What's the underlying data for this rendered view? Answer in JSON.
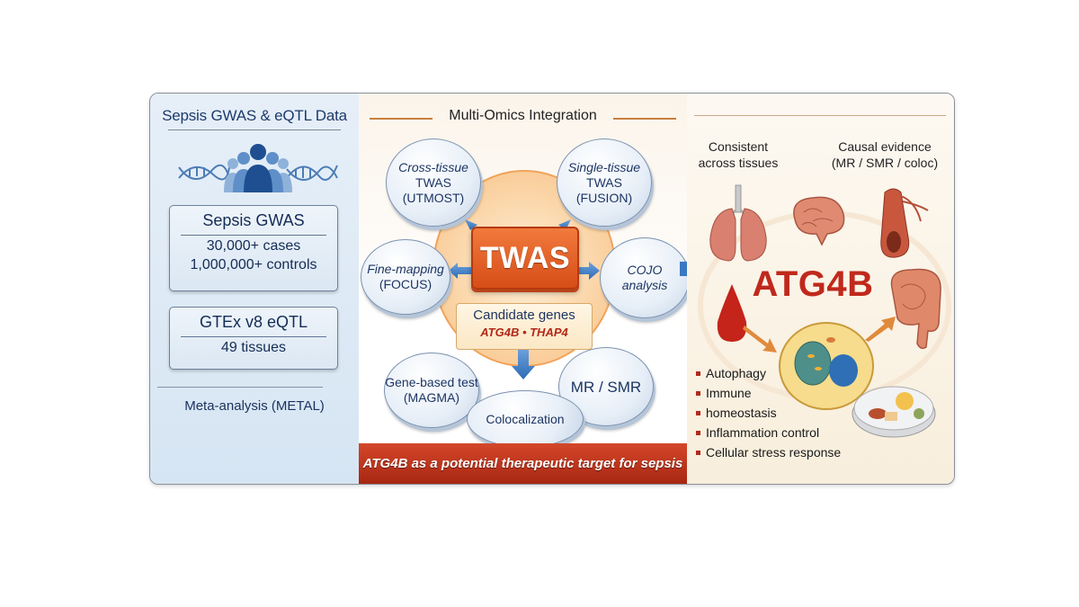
{
  "left_panel": {
    "title": "Sepsis GWAS & eQTL Data",
    "icon": "population-dna-icon",
    "gwas_box": {
      "title": "Sepsis GWAS",
      "lines": [
        "30,000+ cases",
        "1,000,000+ controls"
      ]
    },
    "gtex_box": {
      "title": "GTEx v8 eQTL",
      "lines": [
        "49 tissues"
      ]
    },
    "meta_analysis": "Meta-analysis (METAL)"
  },
  "middle_panel": {
    "title": "Multi-Omics Integration",
    "center": "TWAS",
    "methods": {
      "cross_tissue": [
        "Cross-tissue",
        "TWAS",
        "(UTMOST)"
      ],
      "single_tissue": [
        "Single-tissue",
        "TWAS",
        "(FUSION)"
      ],
      "fine_mapping": [
        "Fine-mapping",
        "(FOCUS)"
      ],
      "cojo": [
        "COJO",
        "analysis"
      ],
      "gene_based": [
        "Gene-based test",
        "(MAGMA)"
      ],
      "mr_smr": [
        "MR / SMR"
      ],
      "colocalization": [
        "Colocalization"
      ]
    },
    "candidate": {
      "title": "Candidate genes",
      "genes": "ATG4B • THAP4"
    },
    "banner": "ATG4B as a potential therapeutic target for sepsis"
  },
  "right_panel": {
    "label_consistent": [
      "Consistent",
      "across tissues"
    ],
    "label_causal": [
      "Causal evidence",
      "(MR / SMR / coloc)"
    ],
    "gene": "ATG4B",
    "organs": [
      "lungs-icon",
      "brain-icon",
      "blood-vessel-icon",
      "blood-drop-icon",
      "intestine-icon",
      "cell-icon",
      "petri-dish-icon"
    ],
    "functions": [
      "Autophagy",
      "Immune",
      "homeostasis",
      "Inflammation control",
      "Cellular stress response"
    ]
  },
  "colors": {
    "navy": "#1d3a6b",
    "twas_orange": "#e2602a",
    "banner_red": "#c0341f",
    "gene_red": "#c0291c",
    "arrow_blue": "#3f7fc6"
  }
}
